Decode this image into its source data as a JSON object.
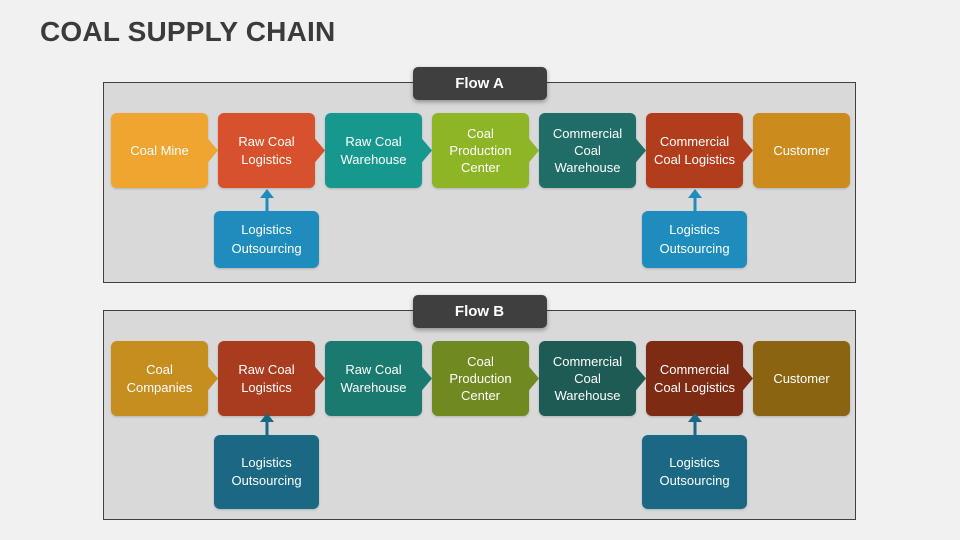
{
  "title": "COAL SUPPLY CHAIN",
  "colors": {
    "background": "#F1F1F1",
    "panel": "#D9D9D9",
    "panel_border": "#404040",
    "tab": "#3F3F3F",
    "title_text": "#3B3B3B",
    "box_text": "#FFFFFF"
  },
  "flows": [
    {
      "label": "Flow A",
      "nodes": [
        {
          "label": "Coal Mine",
          "color": "#EFA52F"
        },
        {
          "label": "Raw Coal Logistics",
          "color": "#D6512C"
        },
        {
          "label": "Raw Coal Warehouse",
          "color": "#17988F"
        },
        {
          "label": "Coal Production Center",
          "color": "#8EB525"
        },
        {
          "label": "Commercial Coal Warehouse",
          "color": "#206D68"
        },
        {
          "label": "Commercial Coal Logistics",
          "color": "#B23D1C"
        },
        {
          "label": "Customer",
          "color": "#CB8B1D"
        }
      ],
      "outsourcing": [
        {
          "label": "Logistics Outsourcing",
          "color": "#1E8DBE",
          "attached_to": "Raw Coal Logistics"
        },
        {
          "label": "Logistics Outsourcing",
          "color": "#1E8DBE",
          "attached_to": "Commercial Coal Logistics"
        }
      ]
    },
    {
      "label": "Flow B",
      "nodes": [
        {
          "label": "Coal Companies",
          "color": "#C68E1F"
        },
        {
          "label": "Raw Coal Logistics",
          "color": "#A93C1E"
        },
        {
          "label": "Raw Coal Warehouse",
          "color": "#1A7A70"
        },
        {
          "label": "Coal Production Center",
          "color": "#6F8A20"
        },
        {
          "label": "Commercial Coal Warehouse",
          "color": "#1F5B55"
        },
        {
          "label": "Commercial Coal Logistics",
          "color": "#7E2B14"
        },
        {
          "label": "Customer",
          "color": "#8A6410"
        }
      ],
      "outsourcing": [
        {
          "label": "Logistics Outsourcing",
          "color": "#1A6883",
          "attached_to": "Raw Coal Logistics"
        },
        {
          "label": "Logistics Outsourcing",
          "color": "#1A6883",
          "attached_to": "Commercial Coal Logistics"
        }
      ]
    }
  ]
}
